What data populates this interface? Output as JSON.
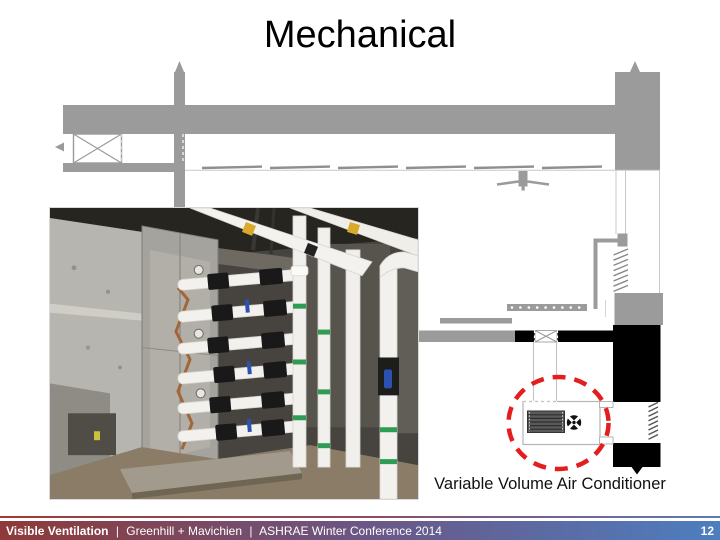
{
  "slide": {
    "title": "Mechanical"
  },
  "diagram": {
    "caption": "Variable Volume Air Conditioner",
    "highlight_color": "#E41E1E",
    "drawing_gray": "#9B9B9B"
  },
  "photo": {
    "description": "mechanical-room piping photo: white PVC pipes with black insulation fittings, galvanized duct cabinet, copper tubing"
  },
  "footer": {
    "brand": "Visible Ventilation",
    "divider": "|",
    "authors": "Greenhill + Mavichien",
    "conference": "ASHRAE Winter Conference 2014",
    "page": "12",
    "gradient_left": "#8E3A38",
    "gradient_right": "#4D7EC0"
  }
}
